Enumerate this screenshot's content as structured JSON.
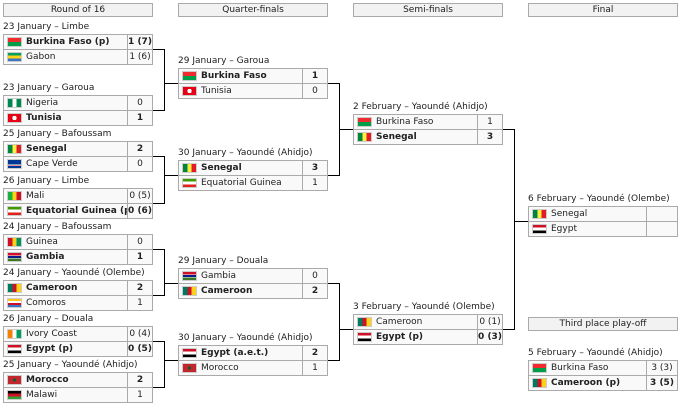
{
  "headers": {
    "r16": "Round of 16",
    "qf": "Quarter-finals",
    "sf": "Semi-finals",
    "final": "Final",
    "third": "Third place play-off"
  },
  "r16": [
    {
      "date": "23 January – Limbe",
      "teams": [
        {
          "name": "Burkina Faso (p)",
          "score": "1 (7)",
          "win": true,
          "flag": "burkina"
        },
        {
          "name": "Gabon",
          "score": "1 (6)",
          "win": false,
          "flag": "gabon"
        }
      ]
    },
    {
      "date": "23 January – Garoua",
      "teams": [
        {
          "name": "Nigeria",
          "score": "0",
          "win": false,
          "flag": "nigeria"
        },
        {
          "name": "Tunisia",
          "score": "1",
          "win": true,
          "flag": "tunisia"
        }
      ]
    },
    {
      "date": "25 January – Bafoussam",
      "teams": [
        {
          "name": "Senegal",
          "score": "2",
          "win": true,
          "flag": "senegal"
        },
        {
          "name": "Cape Verde",
          "score": "0",
          "win": false,
          "flag": "capeverde"
        }
      ]
    },
    {
      "date": "26 January – Limbe",
      "teams": [
        {
          "name": "Mali",
          "score": "0 (5)",
          "win": false,
          "flag": "mali"
        },
        {
          "name": "Equatorial Guinea (p)",
          "score": "0 (6)",
          "win": true,
          "flag": "eqguinea"
        }
      ]
    },
    {
      "date": "24 January – Bafoussam",
      "teams": [
        {
          "name": "Guinea",
          "score": "0",
          "win": false,
          "flag": "guinea"
        },
        {
          "name": "Gambia",
          "score": "1",
          "win": true,
          "flag": "gambia"
        }
      ]
    },
    {
      "date": "24 January – Yaoundé (Olembe)",
      "teams": [
        {
          "name": "Cameroon",
          "score": "2",
          "win": true,
          "flag": "cameroon"
        },
        {
          "name": "Comoros",
          "score": "1",
          "win": false,
          "flag": "comoros"
        }
      ]
    },
    {
      "date": "26 January – Douala",
      "teams": [
        {
          "name": "Ivory Coast",
          "score": "0 (4)",
          "win": false,
          "flag": "ivorycoast"
        },
        {
          "name": "Egypt (p)",
          "score": "0 (5)",
          "win": true,
          "flag": "egypt"
        }
      ]
    },
    {
      "date": "25 January – Yaoundé (Ahidjo)",
      "teams": [
        {
          "name": "Morocco",
          "score": "2",
          "win": true,
          "flag": "morocco"
        },
        {
          "name": "Malawi",
          "score": "1",
          "win": false,
          "flag": "malawi"
        }
      ]
    }
  ],
  "qf": [
    {
      "date": "29 January – Garoua",
      "teams": [
        {
          "name": "Burkina Faso",
          "score": "1",
          "win": true,
          "flag": "burkina"
        },
        {
          "name": "Tunisia",
          "score": "0",
          "win": false,
          "flag": "tunisia"
        }
      ]
    },
    {
      "date": "30 January – Yaoundé (Ahidjo)",
      "teams": [
        {
          "name": "Senegal",
          "score": "3",
          "win": true,
          "flag": "senegal"
        },
        {
          "name": "Equatorial Guinea",
          "score": "1",
          "win": false,
          "flag": "eqguinea"
        }
      ]
    },
    {
      "date": "29 January – Douala",
      "teams": [
        {
          "name": "Gambia",
          "score": "0",
          "win": false,
          "flag": "gambia"
        },
        {
          "name": "Cameroon",
          "score": "2",
          "win": true,
          "flag": "cameroon"
        }
      ]
    },
    {
      "date": "30 January – Yaoundé (Ahidjo)",
      "teams": [
        {
          "name": "Egypt (a.e.t.)",
          "score": "2",
          "win": true,
          "flag": "egypt"
        },
        {
          "name": "Morocco",
          "score": "1",
          "win": false,
          "flag": "morocco"
        }
      ]
    }
  ],
  "sf": [
    {
      "date": "2 February – Yaoundé (Ahidjo)",
      "teams": [
        {
          "name": "Burkina Faso",
          "score": "1",
          "win": false,
          "flag": "burkina"
        },
        {
          "name": "Senegal",
          "score": "3",
          "win": true,
          "flag": "senegal"
        }
      ]
    },
    {
      "date": "3 February – Yaoundé (Olembe)",
      "teams": [
        {
          "name": "Cameroon",
          "score": "0 (1)",
          "win": false,
          "flag": "cameroon"
        },
        {
          "name": "Egypt (p)",
          "score": "0 (3)",
          "win": true,
          "flag": "egypt"
        }
      ]
    }
  ],
  "final": [
    {
      "date": "6 February – Yaoundé (Olembe)",
      "teams": [
        {
          "name": "Senegal",
          "score": "",
          "win": false,
          "flag": "senegal"
        },
        {
          "name": "Egypt",
          "score": "",
          "win": false,
          "flag": "egypt"
        }
      ]
    }
  ],
  "third": [
    {
      "date": "5 February – Yaoundé (Ahidjo)",
      "teams": [
        {
          "name": "Burkina Faso",
          "score": "3 (3)",
          "win": false,
          "flag": "burkina"
        },
        {
          "name": "Cameroon (p)",
          "score": "3 (5)",
          "win": true,
          "flag": "cameroon"
        }
      ]
    }
  ],
  "flags": {
    "burkina": "linear-gradient(#ef2b2d 50%,#009e49 50%)",
    "gabon": "linear-gradient(#009e60 33%,#fcd116 33% 66%,#3a75c4 66%)",
    "nigeria": "linear-gradient(90deg,#008751 33%,#fff 33% 66%,#008751 66%)",
    "tunisia": "radial-gradient(circle,#fff 0 28%,#e70013 30%)",
    "senegal": "linear-gradient(90deg,#00853f 33%,#fdef42 33% 66%,#e31b23 66%)",
    "capeverde": "linear-gradient(#003893 55%,#fff 55% 62%,#cf2027 62% 70%,#fff 70% 77%,#003893 77%)",
    "mali": "linear-gradient(90deg,#14b53a 33%,#fcd116 33% 66%,#ce1126 66%)",
    "eqguinea": "linear-gradient(#3e9a00 33%,#fff 33% 66%,#e32118 66%)",
    "guinea": "linear-gradient(90deg,#ce1126 33%,#fcd116 33% 66%,#009460 66%)",
    "gambia": "linear-gradient(#ce1126 33%,#fff 33% 40%,#0c1c8c 40% 60%,#fff 60% 67%,#3a7728 67%)",
    "cameroon": "linear-gradient(90deg,#007a5e 33%,#ce1126 33% 66%,#fcd116 66%)",
    "comoros": "linear-gradient(#ffc61e 25%,#fff 25% 50%,#ce1126 50% 75%,#3a75c4 75%)",
    "ivorycoast": "linear-gradient(90deg,#f77f00 33%,#fff 33% 66%,#009e60 66%)",
    "egypt": "linear-gradient(#ce1126 33%,#fff 33% 66%,#000 66%)",
    "morocco": "radial-gradient(circle,#006233 0 18%,#c1272d 22%)",
    "malawi": "linear-gradient(#000 33%,#ce1126 33% 66%,#339e35 66%)"
  }
}
